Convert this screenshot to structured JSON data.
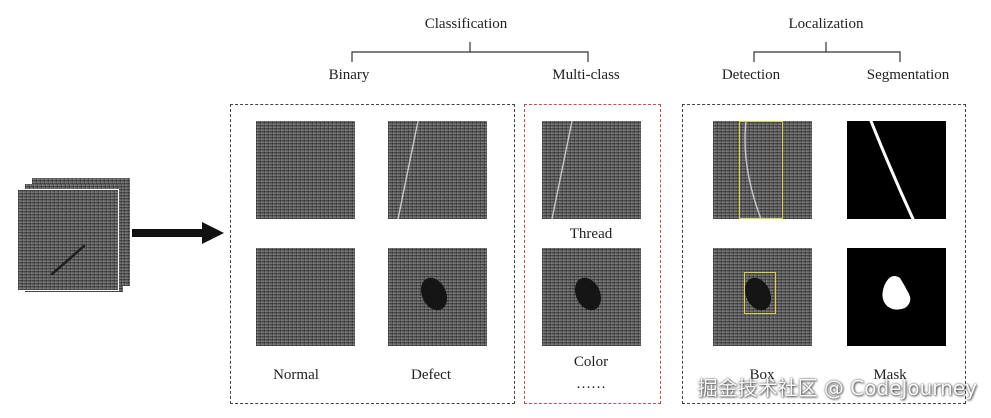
{
  "headers": {
    "classification": "Classification",
    "localization": "Localization",
    "binary": "Binary",
    "multi_class": "Multi-class",
    "detection": "Detection",
    "segmentation": "Segmentation"
  },
  "labels": {
    "normal": "Normal",
    "defect": "Defect",
    "thread": "Thread",
    "color": "Color",
    "ellipsis": "……",
    "box": "Box",
    "mask": "Mask"
  },
  "watermark": "掘金技术社区 @ CodeJourney",
  "colors": {
    "frame_dark": "#444444",
    "frame_red": "#d44a4a",
    "bbox_yellow": "#d6d63a",
    "fabric": "#5f5f5f",
    "mask_bg": "#000000",
    "mask_fg": "#ffffff"
  }
}
